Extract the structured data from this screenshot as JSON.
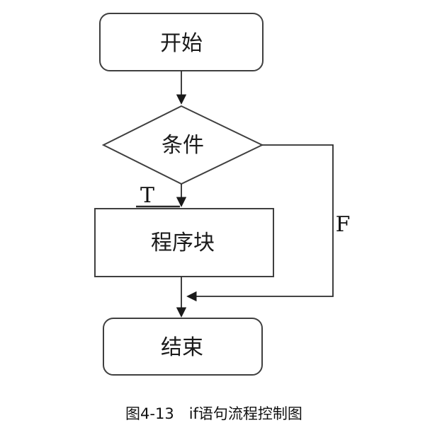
{
  "diagram": {
    "start_label": "开始",
    "condition_label": "条件",
    "process_label": "程序块",
    "end_label": "结束",
    "true_branch_label": "T",
    "false_branch_label": "F",
    "caption": "图4-13　if语句流程控制图"
  },
  "colors": {
    "stroke": "#3f3f3f",
    "line": "#2a2a2a",
    "text": "#1a1a1a",
    "background": "#ffffff"
  }
}
